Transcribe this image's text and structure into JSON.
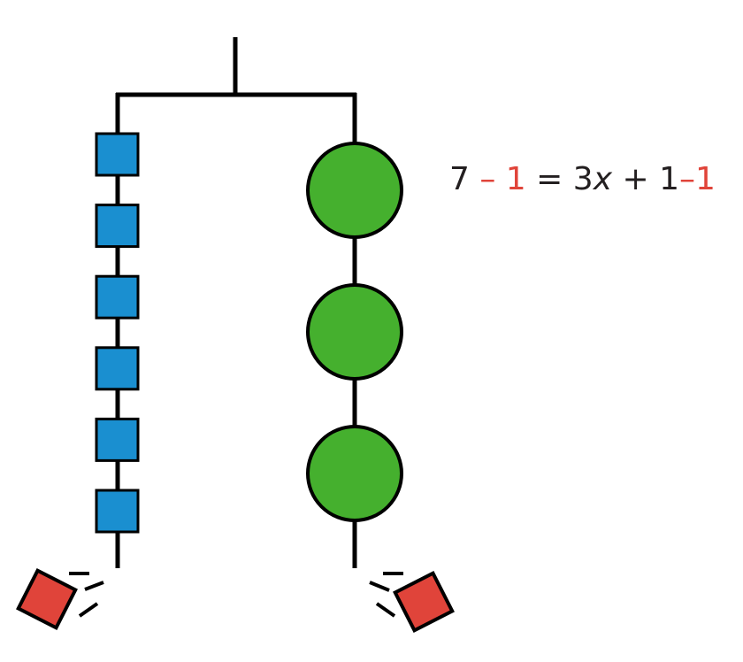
{
  "equation": {
    "left_value": "7",
    "left_subtract": "– 1",
    "equals": "=",
    "right_coefficient": "3",
    "right_variable": "x",
    "right_plus": "+ 1",
    "right_subtract": "–1"
  },
  "hanger": {
    "left_side": {
      "square_count": 6,
      "square_color": "#1a8fd0"
    },
    "right_side": {
      "circle_count": 3,
      "circle_color": "#45b02e"
    },
    "removed_items": {
      "count": 2,
      "color": "#e0443a"
    }
  },
  "colors": {
    "line": "#000000",
    "highlight": "#e0443a"
  }
}
